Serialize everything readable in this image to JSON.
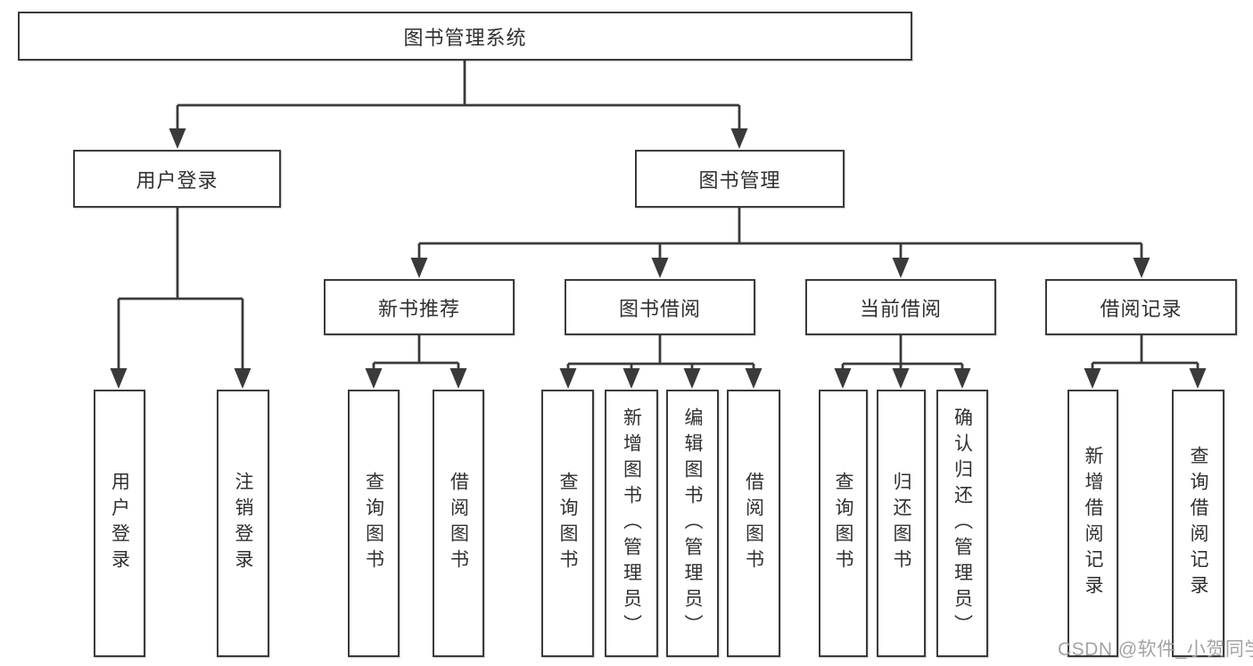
{
  "diagram": {
    "title_note": "library management system feature tree",
    "root": {
      "label": "图书管理系统"
    },
    "branches": [
      {
        "label": "用户登录",
        "children": [
          {
            "label": "用户登录"
          },
          {
            "label": "注销登录"
          }
        ]
      },
      {
        "label": "图书管理",
        "children": [
          {
            "label": "新书推荐",
            "children": [
              {
                "label": "查询图书"
              },
              {
                "label": "借阅图书"
              }
            ]
          },
          {
            "label": "图书借阅",
            "children": [
              {
                "label": "查询图书"
              },
              {
                "label": "新增图书（管理员）"
              },
              {
                "label": "编辑图书（管理员）"
              },
              {
                "label": "借阅图书"
              }
            ]
          },
          {
            "label": "当前借阅",
            "children": [
              {
                "label": "查询图书"
              },
              {
                "label": "归还图书"
              },
              {
                "label": "确认归还（管理员）"
              }
            ]
          },
          {
            "label": "借阅记录",
            "children": [
              {
                "label": "新增借阅记录"
              },
              {
                "label": "查询借阅记录"
              }
            ]
          }
        ]
      }
    ]
  },
  "watermark": {
    "text": "CSDN @软件_小贺同学"
  },
  "colors": {
    "line": "#3a3a3a",
    "text": "#303030",
    "watermark": "#a3a3a3",
    "background": "#ffffff"
  }
}
